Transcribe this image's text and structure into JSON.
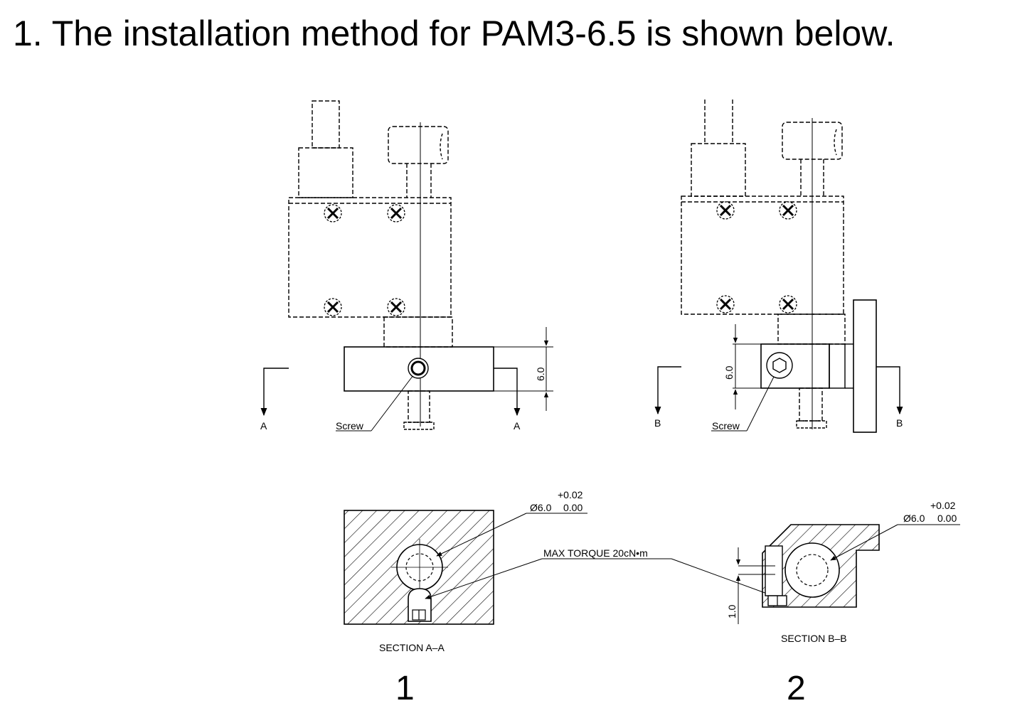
{
  "heading": "1. The installation method for PAM3-6.5 is shown below.",
  "view1": {
    "section_letter": "A",
    "screw_label": "Screw",
    "dimension": "6.0",
    "section_title": "SECTION A–A",
    "diameter": "Ø6.0",
    "tol_upper": "+0.02",
    "tol_lower": "0.00",
    "figure_number": "1"
  },
  "view2": {
    "section_letter": "B",
    "screw_label": "Screw",
    "dimension": "6.0",
    "section_title": "SECTION B–B",
    "diameter": "Ø6.0",
    "tol_upper": "+0.02",
    "tol_lower": "0.00",
    "gap_dimension": "1.0",
    "figure_number": "2"
  },
  "torque_note": "MAX TORQUE 20cN•m"
}
